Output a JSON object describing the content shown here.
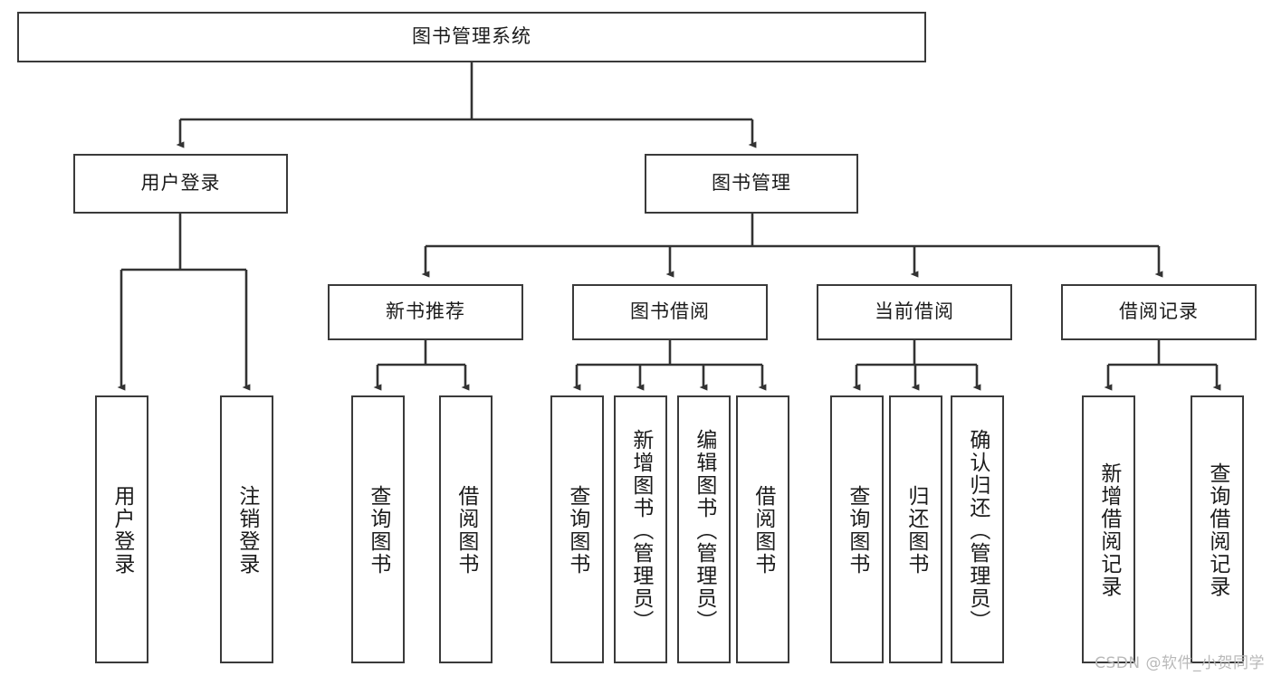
{
  "diagram": {
    "title_box": {
      "label": "图书管理系统"
    },
    "level1": [
      {
        "id": "user-login",
        "label": "用户登录"
      },
      {
        "id": "book-management",
        "label": "图书管理"
      }
    ],
    "level2": [
      {
        "id": "new-book-recommend",
        "label": "新书推荐"
      },
      {
        "id": "book-borrow",
        "label": "图书借阅"
      },
      {
        "id": "current-borrow",
        "label": "当前借阅"
      },
      {
        "id": "borrow-record",
        "label": "借阅记录"
      }
    ],
    "leaves": [
      {
        "id": "leaf-user-login",
        "label": "用户登录"
      },
      {
        "id": "leaf-logout-login",
        "label": "注销登录"
      },
      {
        "id": "leaf-query-book-1",
        "label": "查询图书"
      },
      {
        "id": "leaf-borrow-book-1",
        "label": "借阅图书"
      },
      {
        "id": "leaf-query-book-2",
        "label": "查询图书"
      },
      {
        "id": "leaf-add-book",
        "label": "新增图书（管理员）"
      },
      {
        "id": "leaf-edit-book",
        "label": "编辑图书（管理员）"
      },
      {
        "id": "leaf-borrow-book-2",
        "label": "借阅图书"
      },
      {
        "id": "leaf-query-book-3",
        "label": "查询图书"
      },
      {
        "id": "leaf-return-book",
        "label": "归还图书"
      },
      {
        "id": "leaf-confirm-return",
        "label": "确认归还（管理员）"
      },
      {
        "id": "leaf-add-borrow-record",
        "label": "新增借阅记录"
      },
      {
        "id": "leaf-query-borrow-record",
        "label": "查询借阅记录"
      }
    ],
    "watermark": "CSDN @软件_小贺同学",
    "colors": {
      "box_border": "#3a3a3a",
      "box_fill": "#ffffff",
      "connector": "#333333",
      "text": "#1b1b1b",
      "watermark": "#b9b9b9"
    }
  }
}
